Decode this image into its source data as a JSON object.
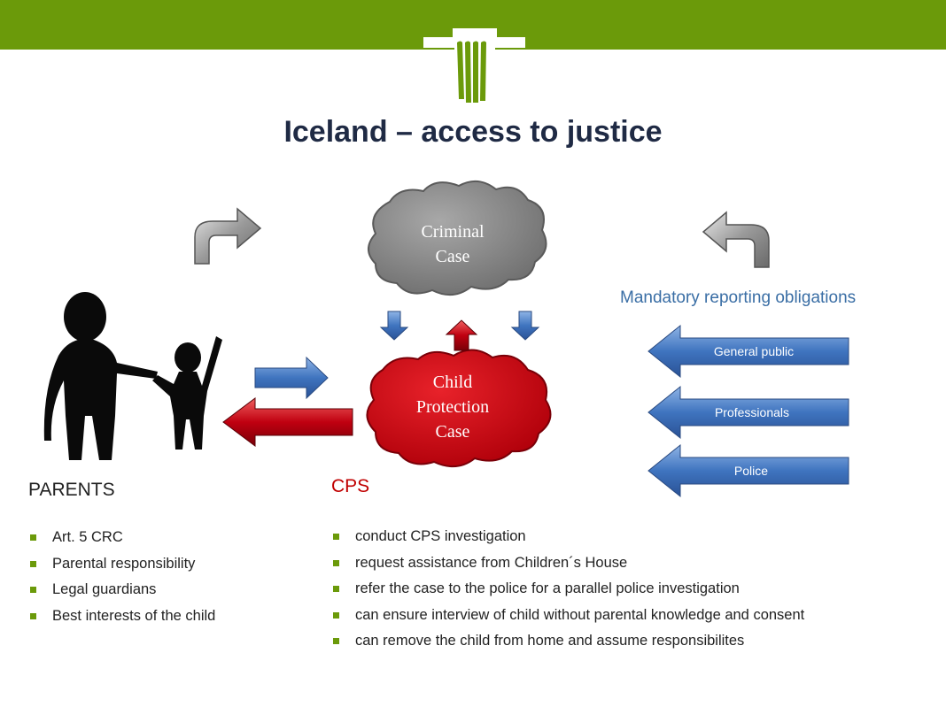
{
  "title": "Iceland – access to justice",
  "colors": {
    "green": "#6b9a0a",
    "title": "#1f2a44",
    "cps": "#c00000",
    "link_blue": "#3a6ea5",
    "arrow_blue": "#4a7bbf",
    "arrow_red": "#c0101a",
    "cloud_gray": "#8c8c8c",
    "cloud_red": "#cc0a12"
  },
  "clouds": {
    "criminal": {
      "line1": "Criminal",
      "line2": "Case"
    },
    "child": {
      "line1": "Child",
      "line2": "Protection",
      "line3": "Case"
    }
  },
  "mandatory": {
    "heading": "Mandatory reporting obligations",
    "reporters": [
      "General public",
      "Professionals",
      "Police"
    ]
  },
  "parents": {
    "heading": "PARENTS",
    "items": [
      "Art. 5 CRC",
      "Parental responsibility",
      "Legal guardians",
      "Best interests of the child"
    ]
  },
  "cps": {
    "heading": "CPS",
    "items": [
      "conduct CPS investigation",
      "request assistance from Children´s House",
      "refer the case to the police for a parallel police investigation",
      "can ensure interview of child without parental knowledge and consent",
      "can remove the child from home and assume responsibilites"
    ]
  }
}
